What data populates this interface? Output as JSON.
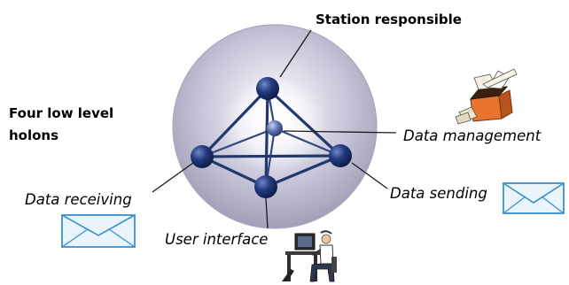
{
  "labels": {
    "station_responsible": "Station responsible",
    "four_low_level_line1": "Four low level",
    "four_low_level_line2": "holons",
    "data_management": "Data management",
    "data_receiving": "Data receiving",
    "data_sending": "Data sending",
    "user_interface": "User interface"
  },
  "icons": {
    "data_management": "open-box-with-papers-icon",
    "data_receiving": "envelope-icon",
    "data_sending": "envelope-icon",
    "user_interface": "person-at-computer-icon"
  },
  "colors": {
    "sphere_fill": "#c9c7d9",
    "node_fill": "#1b2d66",
    "edge": "#22386e",
    "envelope_stroke": "#3a8fd0",
    "envelope_fill": "#eaf4fb",
    "box_fill": "#e0702a"
  }
}
